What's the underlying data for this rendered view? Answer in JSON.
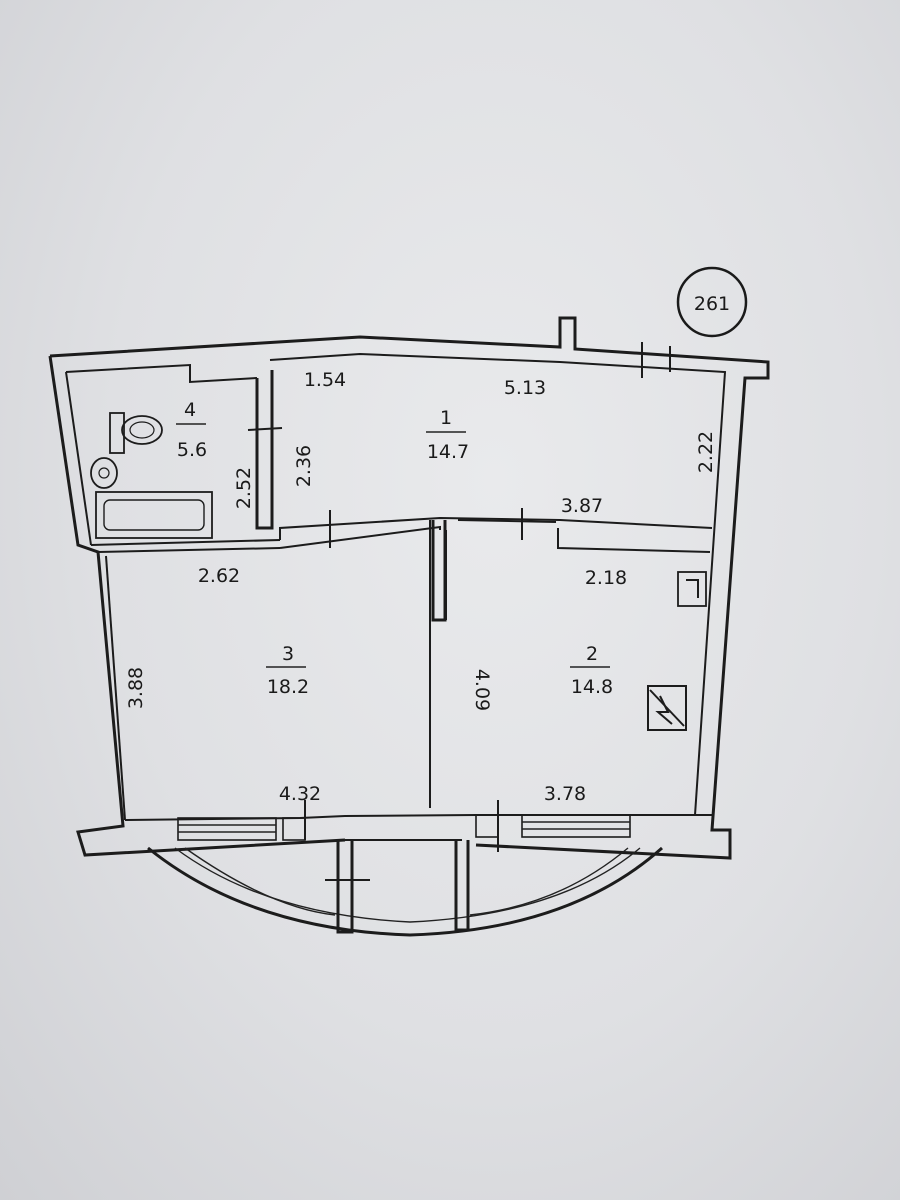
{
  "plan": {
    "apartment_number": "261",
    "rooms": [
      {
        "number": "1",
        "area": "14.7"
      },
      {
        "number": "2",
        "area": "14.8"
      },
      {
        "number": "3",
        "area": "18.2"
      },
      {
        "number": "4",
        "area": "5.6"
      }
    ],
    "dimensions": {
      "d_1_54": "1.54",
      "d_5_13": "5.13",
      "d_2_22": "2.22",
      "d_2_36": "2.36",
      "d_2_52": "2.52",
      "d_3_87": "3.87",
      "d_2_62": "2.62",
      "d_2_18": "2.18",
      "d_3_88": "3.88",
      "d_4_09": "4.09",
      "d_4_32": "4.32",
      "d_3_78": "3.78"
    },
    "icons": [
      "toilet-icon",
      "bathtub-icon",
      "sink-icon",
      "electrical-panel-icon",
      "ventilation-shaft-icon",
      "door-mark-icon"
    ]
  }
}
